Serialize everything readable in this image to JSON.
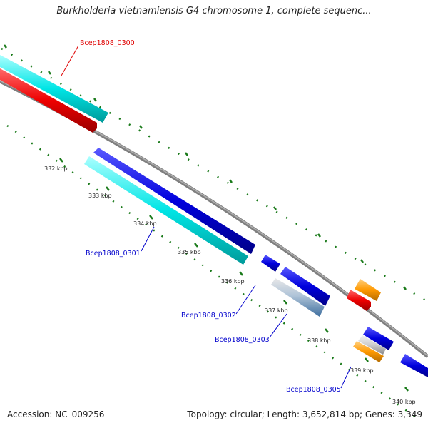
{
  "header": {
    "title": "Burkholderia vietnamiensis G4 chromosome 1, complete sequenc..."
  },
  "footer": {
    "accession": "Accession: NC_009256",
    "summary": "Topology: circular; Length: 3,652,814 bp; Genes: 3,349"
  },
  "ruler": {
    "ticks": [
      {
        "label": "332 kbp"
      },
      {
        "label": "333 kbp"
      },
      {
        "label": "334 kbp"
      },
      {
        "label": "335 kbp"
      },
      {
        "label": "336 kbp"
      },
      {
        "label": "337 kbp"
      },
      {
        "label": "338 kbp"
      },
      {
        "label": "339 kbp"
      },
      {
        "label": "340 kbp"
      }
    ]
  },
  "gene_labels": [
    {
      "name": "Bcep1808_0300",
      "color": "#e00000"
    },
    {
      "name": "Bcep1808_0301",
      "color": "#0000cc"
    },
    {
      "name": "Bcep1808_0302",
      "color": "#0000cc"
    },
    {
      "name": "Bcep1808_0303",
      "color": "#0000cc"
    },
    {
      "name": "Bcep1808_0305",
      "color": "#0000cc"
    }
  ],
  "colors": {
    "backbone": "#7f7f7f",
    "tick_dots": "#1a7a1a",
    "cyan_feature": "#00e5e5",
    "red_feature": "#ee0000",
    "blue_feature": "#0000dd",
    "orange_feature": "#ff9900",
    "steel_feature": "#5b8fc0",
    "label_red": "#e00000",
    "label_blue": "#0000cc"
  }
}
